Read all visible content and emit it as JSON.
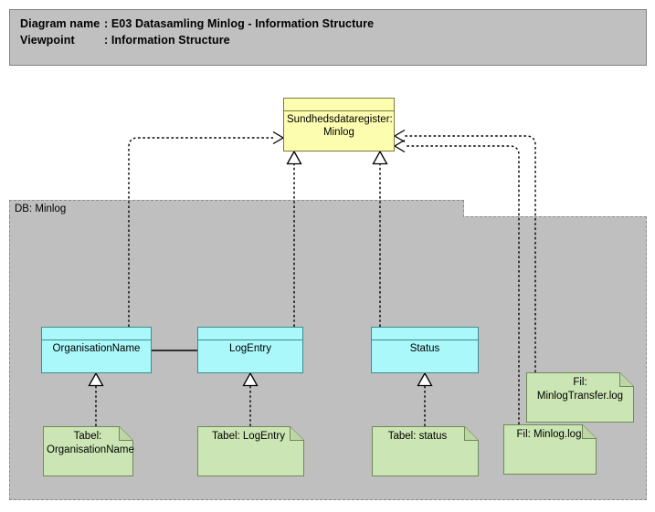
{
  "header": {
    "name_key": "Diagram name",
    "name_sep": ": ",
    "name_value": "E03 Datasamling Minlog - Information Structure",
    "viewpoint_key": "Viewpoint",
    "viewpoint_sep": ": ",
    "viewpoint_value": "Information Structure"
  },
  "group": {
    "label": "DB: Minlog"
  },
  "nodes": {
    "register": {
      "label": "Sundhedsdataregister: Minlog",
      "kind": "business-object",
      "color": "#fdfdb0"
    },
    "organisation_name": {
      "label": "OrganisationName",
      "kind": "data-object",
      "color": "#aaf8fa"
    },
    "log_entry": {
      "label": "LogEntry",
      "kind": "data-object",
      "color": "#aaf8fa"
    },
    "status": {
      "label": "Status",
      "kind": "data-object",
      "color": "#aaf8fa"
    },
    "tabel_organisation_name": {
      "label": "Tabel: OrganisationName",
      "kind": "artifact",
      "color": "#cce5b5"
    },
    "tabel_log_entry": {
      "label": "Tabel: LogEntry",
      "kind": "artifact",
      "color": "#cce5b5"
    },
    "tabel_status": {
      "label": "Tabel: status",
      "kind": "artifact",
      "color": "#cce5b5"
    },
    "fil_minlog_transfer": {
      "label": "Fil: MinlogTransfer.log",
      "kind": "artifact",
      "color": "#cce5b5"
    },
    "fil_minlog": {
      "label": "Fil: Minlog.log",
      "kind": "artifact",
      "color": "#cce5b5"
    }
  },
  "palette": {
    "canvas": "#ffffff",
    "header_bar": "#c0c0c0",
    "group_fill": "#bfbfbf",
    "group_border": "#8c8c8c",
    "yellow": "#fdfdb0",
    "cyan": "#aaf8fa",
    "green": "#cce5b5",
    "line": "#000000"
  },
  "connections": [
    {
      "from": "organisation_name",
      "to": "register",
      "style": "dashed",
      "arrow": "open"
    },
    {
      "from": "log_entry",
      "to": "register",
      "style": "dashed",
      "arrow": "hollow-triangle"
    },
    {
      "from": "status",
      "to": "register",
      "style": "dashed",
      "arrow": "hollow-triangle"
    },
    {
      "from": "fil_minlog_transfer",
      "to": "register",
      "style": "dashed",
      "arrow": "open"
    },
    {
      "from": "fil_minlog",
      "to": "register",
      "style": "dashed",
      "arrow": "open"
    },
    {
      "from": "organisation_name",
      "to": "log_entry",
      "style": "solid",
      "arrow": "none"
    },
    {
      "from": "tabel_organisation_name",
      "to": "organisation_name",
      "style": "dashed",
      "arrow": "hollow-triangle"
    },
    {
      "from": "tabel_log_entry",
      "to": "log_entry",
      "style": "dashed",
      "arrow": "hollow-triangle"
    },
    {
      "from": "tabel_status",
      "to": "status",
      "style": "dashed",
      "arrow": "hollow-triangle"
    }
  ]
}
